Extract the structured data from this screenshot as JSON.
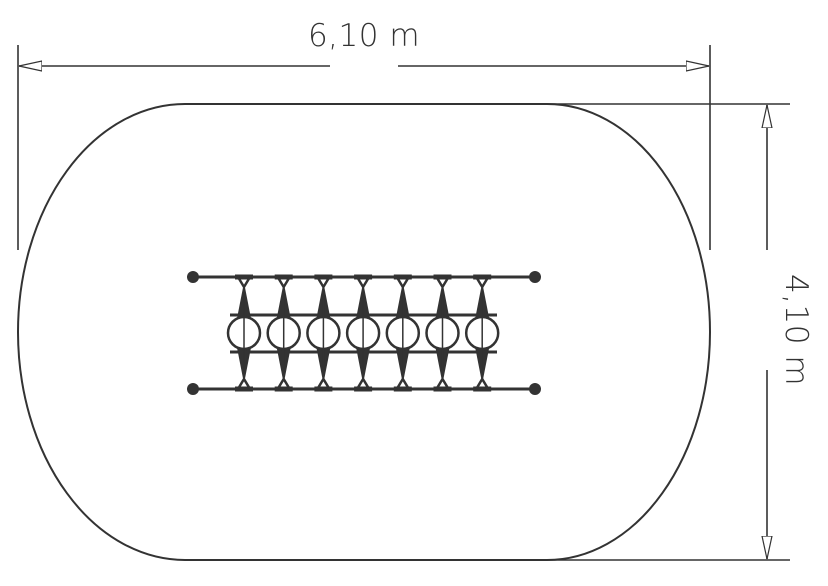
{
  "dimensions": {
    "width_label": "6,10 m",
    "height_label": "4,10 m"
  },
  "equipment": {
    "post_count": 7
  },
  "colors": {
    "line": "#333333",
    "background": "#ffffff"
  }
}
